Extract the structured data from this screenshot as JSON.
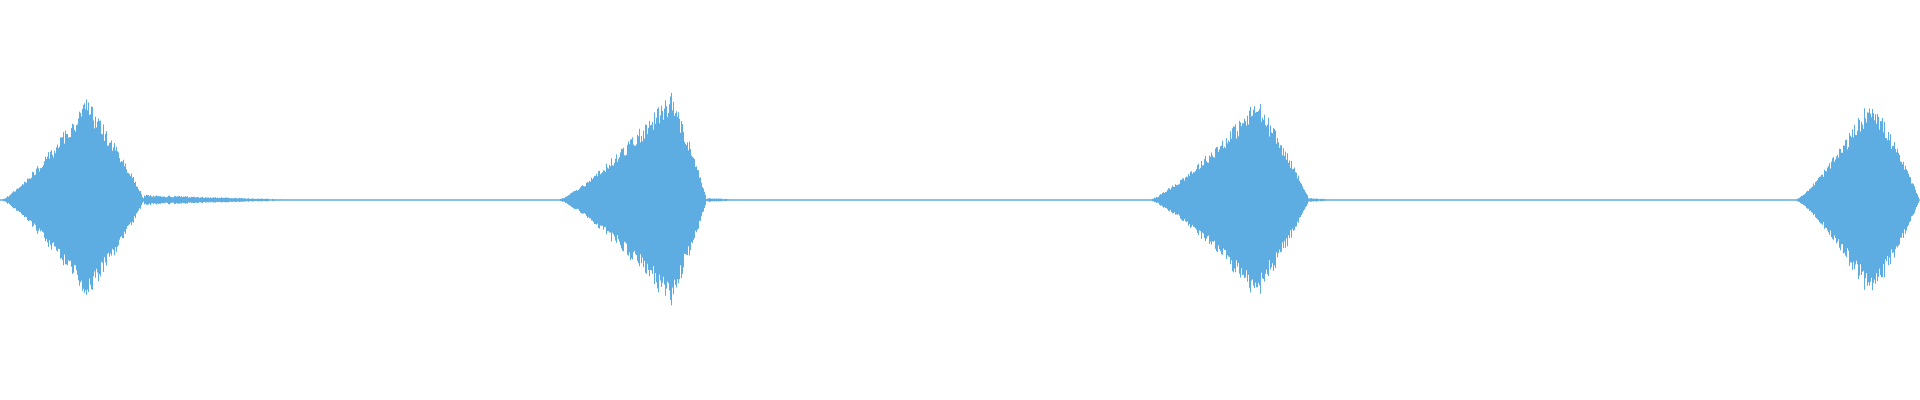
{
  "waveform": {
    "color": "#5DADE2",
    "background": "#FFFFFF",
    "duration_fraction_bursts": [
      {
        "start": 0.0,
        "peak": 0.045,
        "end": 0.075,
        "peak_level": 0.98,
        "tail_end": 0.16,
        "tail_level": 0.05
      },
      {
        "start": 0.29,
        "peak": 0.35,
        "end": 0.368,
        "peak_level": 1.05,
        "tail_end": 0.39,
        "tail_level": 0.02
      },
      {
        "start": 0.598,
        "peak": 0.655,
        "end": 0.682,
        "peak_level": 0.98,
        "tail_end": 0.7,
        "tail_level": 0.02
      },
      {
        "start": 0.935,
        "peak": 0.975,
        "end": 1.0,
        "peak_level": 1.0,
        "tail_end": 1.0,
        "tail_level": 0.0
      }
    ],
    "baseline_level": 0.006
  }
}
